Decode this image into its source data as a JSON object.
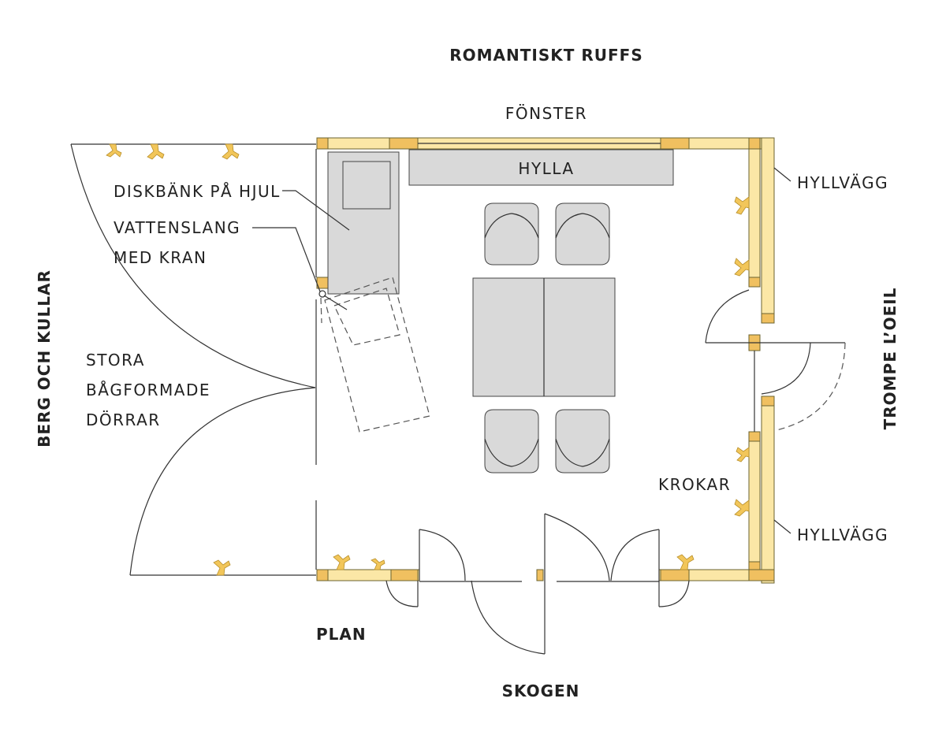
{
  "title": "ROMANTISKT RUFFS",
  "labels": {
    "fonster": "FÖNSTER",
    "hylla": "HYLLA",
    "hyllvagg_top": "HYLLVÄGG",
    "hyllvagg_bottom": "HYLLVÄGG",
    "diskbank": "DISKBÄNK PÅ HJUL",
    "vattenslang_1": "VATTENSLANG",
    "vattenslang_2": "MED KRAN",
    "stora_1": "STORA",
    "stora_2": "BÅGFORMADE",
    "stora_3": "DÖRRAR",
    "krokar": "KROKAR",
    "plan": "PLAN",
    "skogen": "SKOGEN",
    "berg": "BERG OCH KULLAR",
    "trompe": "TROMPE L’OEIL"
  },
  "colors": {
    "wall": "#fbe7a6",
    "wood": "#f0c060",
    "furniture": "#d9d9d9",
    "hooks": "#f2c65a"
  }
}
